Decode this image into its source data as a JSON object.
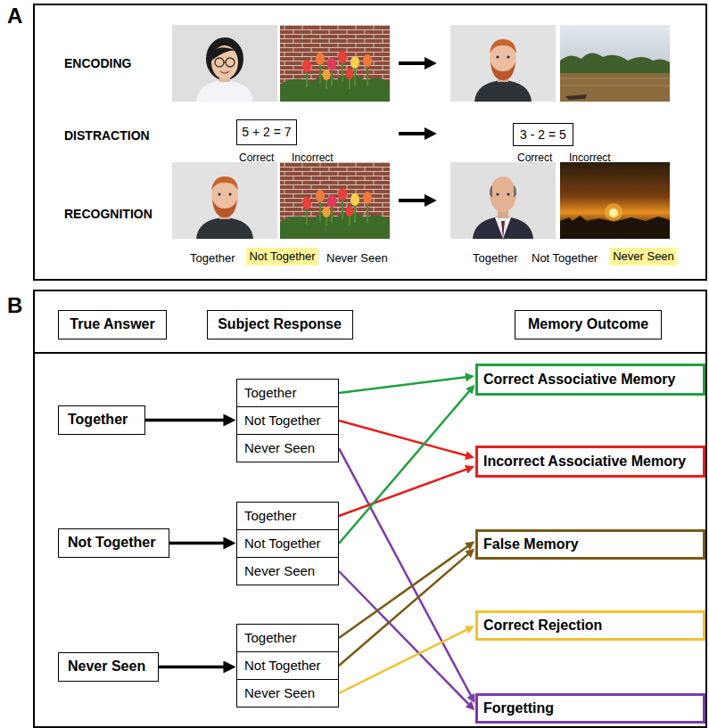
{
  "diagram": {
    "nodes": [
      {
        "text": [
          "A"
        ]
      },
      {
        "text": [
          "5 + 2 = 7"
        ],
        "in": 0
      },
      {
        "text": [
          "3 - 2 = 5"
        ],
        "in": 0
      },
      {
        "text": [
          "Not Together"
        ],
        "in": 0
      },
      {
        "text": [
          "Never Seen"
        ],
        "in": 0
      },
      {
        "text": [
          "B"
        ]
      },
      {
        "text": [
          "True Answer"
        ],
        "in": 5
      },
      {
        "text": [
          "Subject Response"
        ],
        "in": 5
      },
      {
        "text": [
          "Memory Outcome"
        ],
        "in": 5
      },
      {
        "text": [
          "Together"
        ],
        "in": 5
      },
      {
        "text": [
          "Not Together"
        ],
        "in": 5
      },
      {
        "text": [
          "Never Seen"
        ],
        "in": 5
      },
      {
        "text": [
          "Together"
        ],
        "in": 5
      },
      {
        "text": [
          "Not Together"
        ],
        "in": 5
      },
      {
        "text": [
          "Never Seen"
        ],
        "in": 5
      },
      {
        "text": [
          "Together"
        ],
        "in": 5
      },
      {
        "text": [
          "Not Together"
        ],
        "in": 5
      },
      {
        "text": [
          "Never Seen"
        ],
        "in": 5
      },
      {
        "text": [
          "Together"
        ],
        "in": 5
      },
      {
        "text": [
          "Not Together"
        ],
        "in": 5
      },
      {
        "text": [
          "Never Seen"
        ],
        "in": 5
      },
      {
        "text": [
          "Correct Associative Memory"
        ],
        "in": 5
      },
      {
        "text": [
          "Incorrect Associative Memory"
        ],
        "in": 5
      },
      {
        "text": [
          "False Memory"
        ],
        "in": 5
      },
      {
        "text": [
          "Correct Rejection"
        ],
        "in": 5
      },
      {
        "text": [
          "Forgetting"
        ],
        "in": 5
      }
    ],
    "edges": [
      {
        "from": 9,
        "to": 13,
        "arrow": "to"
      },
      {
        "from": 10,
        "to": 16,
        "arrow": "to"
      },
      {
        "from": 11,
        "to": 19,
        "arrow": "to"
      },
      {
        "from": 12,
        "to": 21,
        "arrow": "to"
      },
      {
        "from": 13,
        "to": 22,
        "arrow": "to"
      },
      {
        "from": 14,
        "to": 25,
        "arrow": "to"
      },
      {
        "from": 15,
        "to": 22,
        "arrow": "to"
      },
      {
        "from": 16,
        "to": 21,
        "arrow": "to"
      },
      {
        "from": 17,
        "to": 25,
        "arrow": "to"
      },
      {
        "from": 18,
        "to": 23,
        "arrow": "to"
      },
      {
        "from": 19,
        "to": 23,
        "arrow": "to"
      },
      {
        "from": 20,
        "to": 24,
        "arrow": "to"
      }
    ],
    "labels": [
      "ENCODING",
      "DISTRACTION",
      "Correct",
      "Incorrect",
      "Correct",
      "Incorrect",
      "RECOGNITION",
      "Together",
      "Never Seen",
      "Together",
      "Not Together"
    ]
  }
}
